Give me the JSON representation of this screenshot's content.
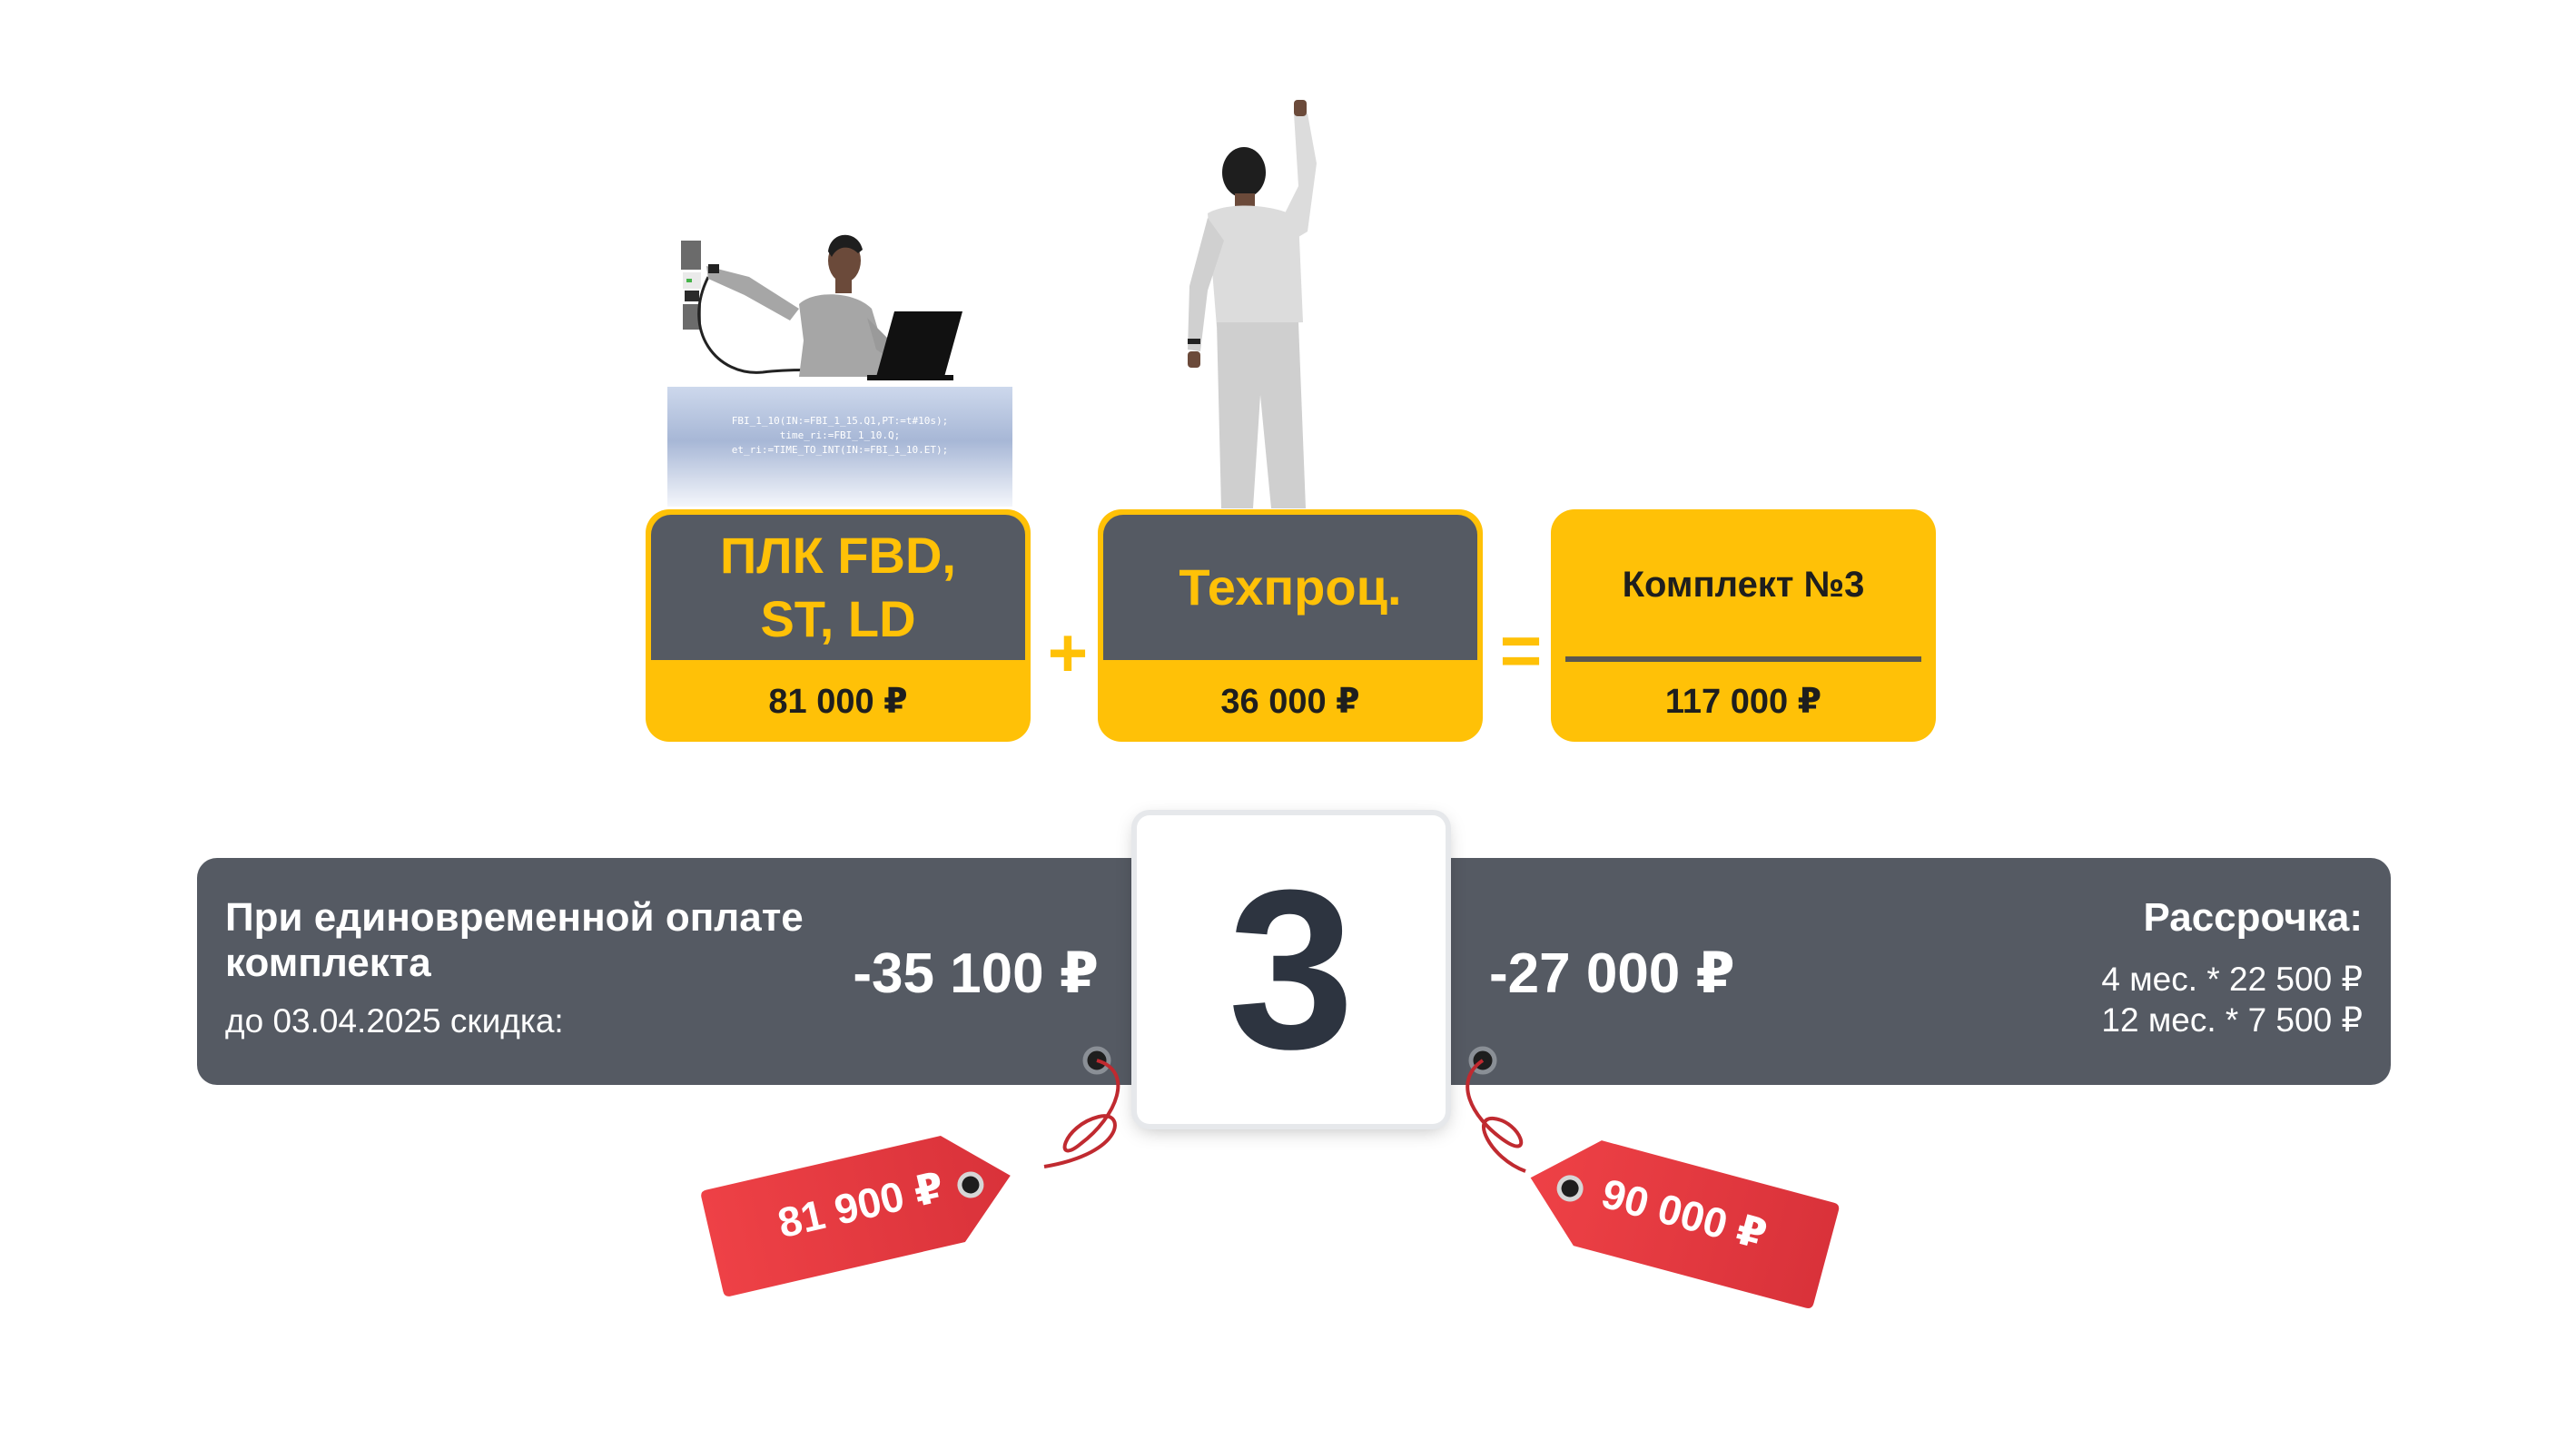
{
  "code_lines": [
    "FBI_1_10(IN:=FBI_1_15.Q1,PT:=t#10s);",
    "time_ri:=FBI_1_10.Q;",
    "et_ri:=TIME_TO_INT(IN:=FBI_1_10.ET);"
  ],
  "cards": [
    {
      "title_line1": "ПЛК FBD,",
      "title_line2": "ST, LD",
      "price": "81 000 ₽"
    },
    {
      "title": "Техпроц.",
      "price": "36 000 ₽"
    }
  ],
  "operators": {
    "plus": "+",
    "equals": "="
  },
  "result": {
    "title": "Комплект №3",
    "price": "117 000 ₽"
  },
  "band": {
    "left_title": "При единовременной оплате комплекта",
    "left_sub": "до 03.04.2025 скидка:",
    "discount_left": "-35 100 ₽",
    "discount_right": "-27 000 ₽",
    "installment_title": "Рассрочка:",
    "installment_lines": [
      "4 мес. * 22 500 ₽",
      "12 мес. * 7 500 ₽"
    ]
  },
  "package_number": "3",
  "price_tags": {
    "left": "81 900 ₽",
    "right": "90 000 ₽"
  },
  "colors": {
    "accent": "#ffc107",
    "panel": "#555a63",
    "tag": "#e83a3f",
    "number": "#2d3440"
  }
}
